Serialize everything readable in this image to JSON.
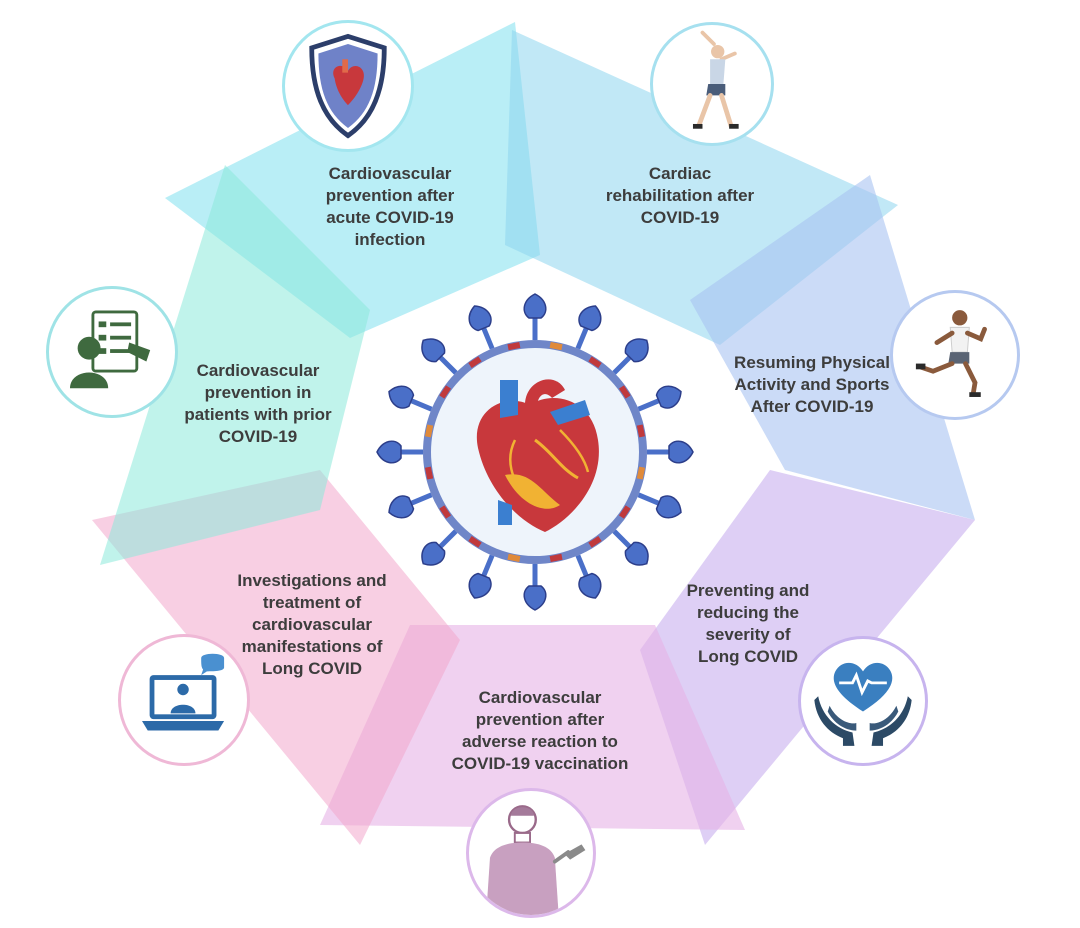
{
  "segments": [
    {
      "id": "prevention_acute",
      "label": "Cardiovascular\nprevention after\nacute COVID-19\ninfection",
      "icon": "heart-shield-icon",
      "color": "#9be7f2"
    },
    {
      "id": "rehab",
      "label": "Cardiac\nrehabilitation after\nCOVID-19",
      "icon": "stretching-woman-icon",
      "color": "#a6dff2"
    },
    {
      "id": "sports",
      "label": "Resuming Physical\nActivity and Sports\nAfter COVID-19",
      "icon": "running-man-icon",
      "color": "#b9cdf2"
    },
    {
      "id": "severity",
      "label": "Preventing and\nreducing the\nseverity of\nLong COVID",
      "icon": "heart-in-hands-icon",
      "color": "#cdbcee"
    },
    {
      "id": "vaccination",
      "label": "Cardiovascular\nprevention after\nadverse reaction to\nCOVID-19 vaccination",
      "icon": "vaccination-icon",
      "color": "#e8c2e8"
    },
    {
      "id": "long_covid",
      "label": "Investigations and\ntreatment of\ncardiovascular\nmanifestations of\nLong COVID",
      "icon": "telemedicine-laptop-icon",
      "color": "#f2bcd8"
    },
    {
      "id": "prior_covid",
      "label": "Cardiovascular\nprevention in\npatients with prior\nCOVID-19",
      "icon": "checklist-doctor-icon",
      "color": "#a8efe0"
    }
  ],
  "center": {
    "icon": "virus-heart-icon"
  },
  "colors": {
    "text": "#3d3d3d",
    "heart_red": "#c8383c",
    "heart_blue": "#3b7fd0",
    "virus_blue": "#4a6fc8"
  }
}
